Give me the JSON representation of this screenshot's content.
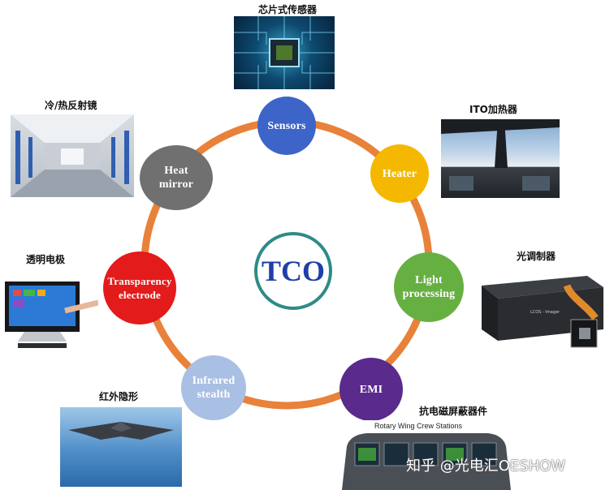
{
  "center": {
    "label": "TCO",
    "ring_color": "#2e8b87",
    "text_color": "#1f3fa8"
  },
  "ring": {
    "color": "#e8823a"
  },
  "nodes": [
    {
      "id": "sensors",
      "label": "Sensors",
      "color": "#3d64c8"
    },
    {
      "id": "heater",
      "label": "Heater",
      "color": "#f5b800"
    },
    {
      "id": "light",
      "label": "Light\nprocessing",
      "color": "#66b042"
    },
    {
      "id": "emi",
      "label": "EMI",
      "color": "#5a2a8c"
    },
    {
      "id": "infrared",
      "label": "Infrared\nstealth",
      "color": "#a9bfe3"
    },
    {
      "id": "transparency",
      "label": "Transparency\nelectrode",
      "color": "#e31b1b"
    },
    {
      "id": "heatmirror",
      "label": "Heat\nmirror",
      "color": "#707070"
    }
  ],
  "captions": {
    "sensors": "芯片式传感器",
    "heater": "ITO加热器",
    "light": "光调制器",
    "emi": "抗电磁屏蔽器件",
    "infrared": "红外隐形",
    "transparency": "透明电极",
    "heatmirror": "冷/热反射镜"
  },
  "photos": {
    "emi_panel_title": "Rotary Wing Crew Stations",
    "modulator_label": "LCOS - Imager"
  },
  "watermark": "知乎 @光电汇OESHOW"
}
